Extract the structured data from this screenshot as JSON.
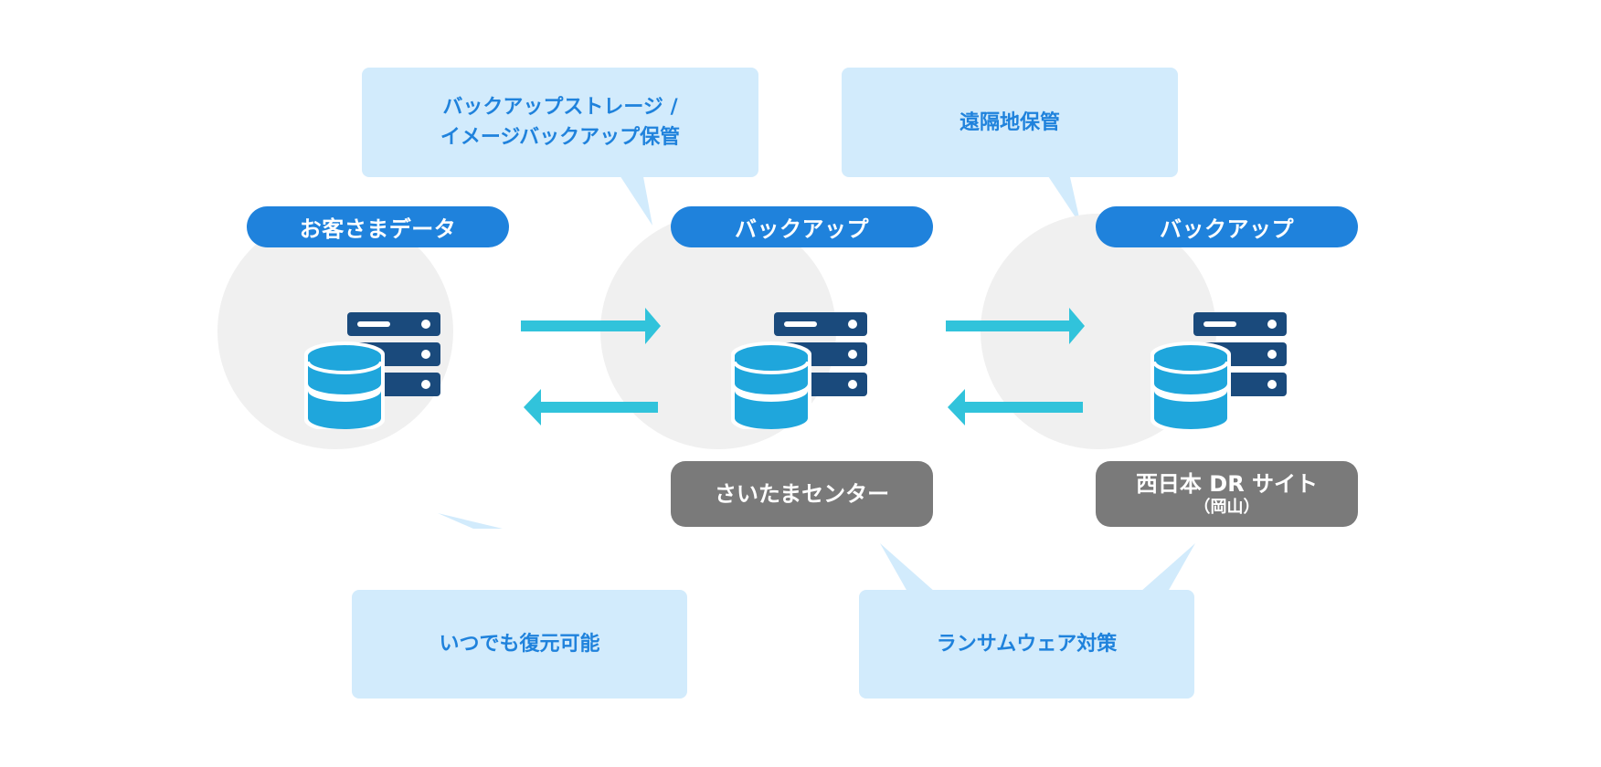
{
  "colors": {
    "pill": "#1f82dc",
    "callout_bg": "#d2ebfc",
    "callout_text": "#1f82dc",
    "gray_label": "#7a7a7a",
    "circle": "#f0f0f0",
    "arrow": "#31c3db",
    "db_cylinder": "#1fa6dc",
    "server": "#1a4a7c"
  },
  "nodes": [
    {
      "title": "お客さまデータ",
      "icon": "database-server-icon",
      "location": null
    },
    {
      "title": "バックアップ",
      "icon": "database-server-icon",
      "location": {
        "line1": "さいたまセンター",
        "line2": ""
      }
    },
    {
      "title": "バックアップ",
      "icon": "database-server-icon",
      "location": {
        "line1": "西日本 DR サイト",
        "line2": "（岡山）"
      }
    }
  ],
  "callouts": {
    "top_left": {
      "lines": [
        "バックアップストレージ /",
        "イメージバックアップ保管"
      ]
    },
    "top_right": {
      "lines": [
        "遠隔地保管"
      ]
    },
    "bottom_left": {
      "lines": [
        "いつでも復元可能"
      ]
    },
    "bottom_right": {
      "lines": [
        "ランサムウェア対策"
      ]
    }
  },
  "connections": [
    {
      "from": 0,
      "to": 1,
      "direction": "forward"
    },
    {
      "from": 1,
      "to": 0,
      "direction": "backward"
    },
    {
      "from": 1,
      "to": 2,
      "direction": "forward"
    },
    {
      "from": 2,
      "to": 1,
      "direction": "backward"
    }
  ]
}
